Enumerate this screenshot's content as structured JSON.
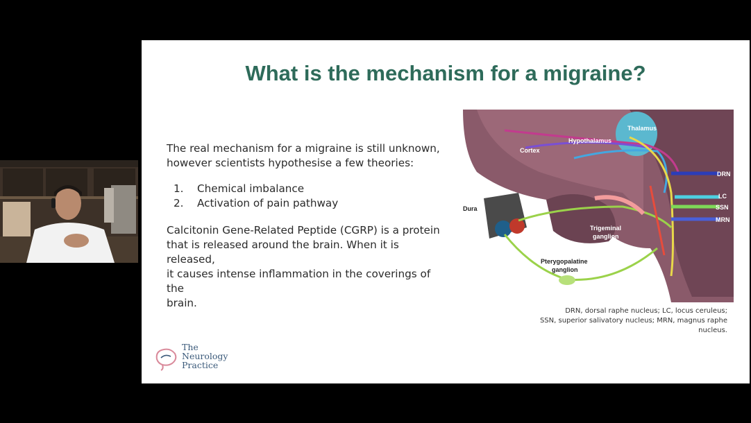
{
  "slide": {
    "title": "What is the mechanism for a migraine?",
    "intro_line1": "The real mechanism for a migraine is still unknown,",
    "intro_line2": "however scientists hypothesise a few theories:",
    "theories": [
      {
        "num": "1.",
        "text": "Chemical imbalance"
      },
      {
        "num": "2.",
        "text": "Activation of pain pathway"
      }
    ],
    "cgrp_line1": "Calcitonin Gene-Related Peptide (CGRP) is a protein",
    "cgrp_line2": "that is released around the brain. When it is released,",
    "cgrp_line3": "it causes intense inflammation in the coverings of the",
    "cgrp_line4": "brain.",
    "caption_line1": "DRN, dorsal raphe nucleus; LC, locus ceruleus;",
    "caption_line2": "SSN, superior salivatory nucleus; MRN, magnus raphe",
    "caption_line3": "nucleus."
  },
  "diagram": {
    "labels": {
      "thalamus": "Thalamus",
      "hypothalamus": "Hypothalamus",
      "cortex": "Cortex",
      "drn": "DRN",
      "lc": "LC",
      "ssn": "SSN",
      "mrn": "MRN",
      "dura": "Dura",
      "trigeminal1": "Trigeminal",
      "trigeminal2": "ganglion",
      "ptery1": "Pterygopalatine",
      "ptery2": "ganglion"
    }
  },
  "logo": {
    "line1": "The",
    "line2": "Neurology",
    "line3": "Practice"
  },
  "colors": {
    "title": "#2e6b5a",
    "brain": "#8a5a6a",
    "thalamus": "#5bb8cf",
    "logo": "#3b5a7a"
  }
}
